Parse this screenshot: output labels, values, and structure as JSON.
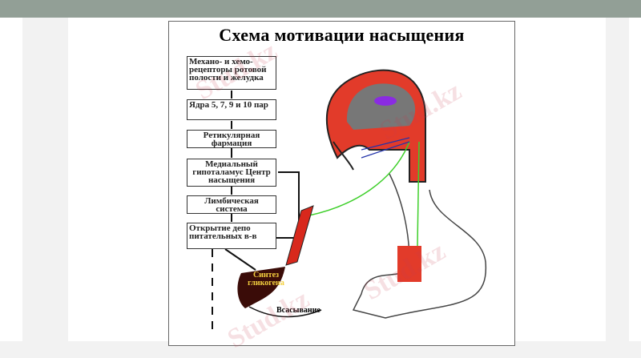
{
  "slide": {
    "title": "Схема мотивации насыщения",
    "boxes": [
      "Механо- и хемо-рецепторы ротовой полости и желудка",
      "Ядра 5, 7, 9 и 10 пар",
      "Ретикулярная фармация",
      "Медиальный гипоталамус Центр насыщения",
      "Лимбическая система",
      "Открытие депо питательных в-в"
    ],
    "liver_label": "Синтез гликогена",
    "absorption_label": "Всасывание",
    "watermark": "Stud.kz - Stud.kz"
  },
  "colors": {
    "topbar": "#929f96",
    "brain": "#e23b2a",
    "liver": "#3a0c08",
    "nerve": "#3ecf2a"
  }
}
